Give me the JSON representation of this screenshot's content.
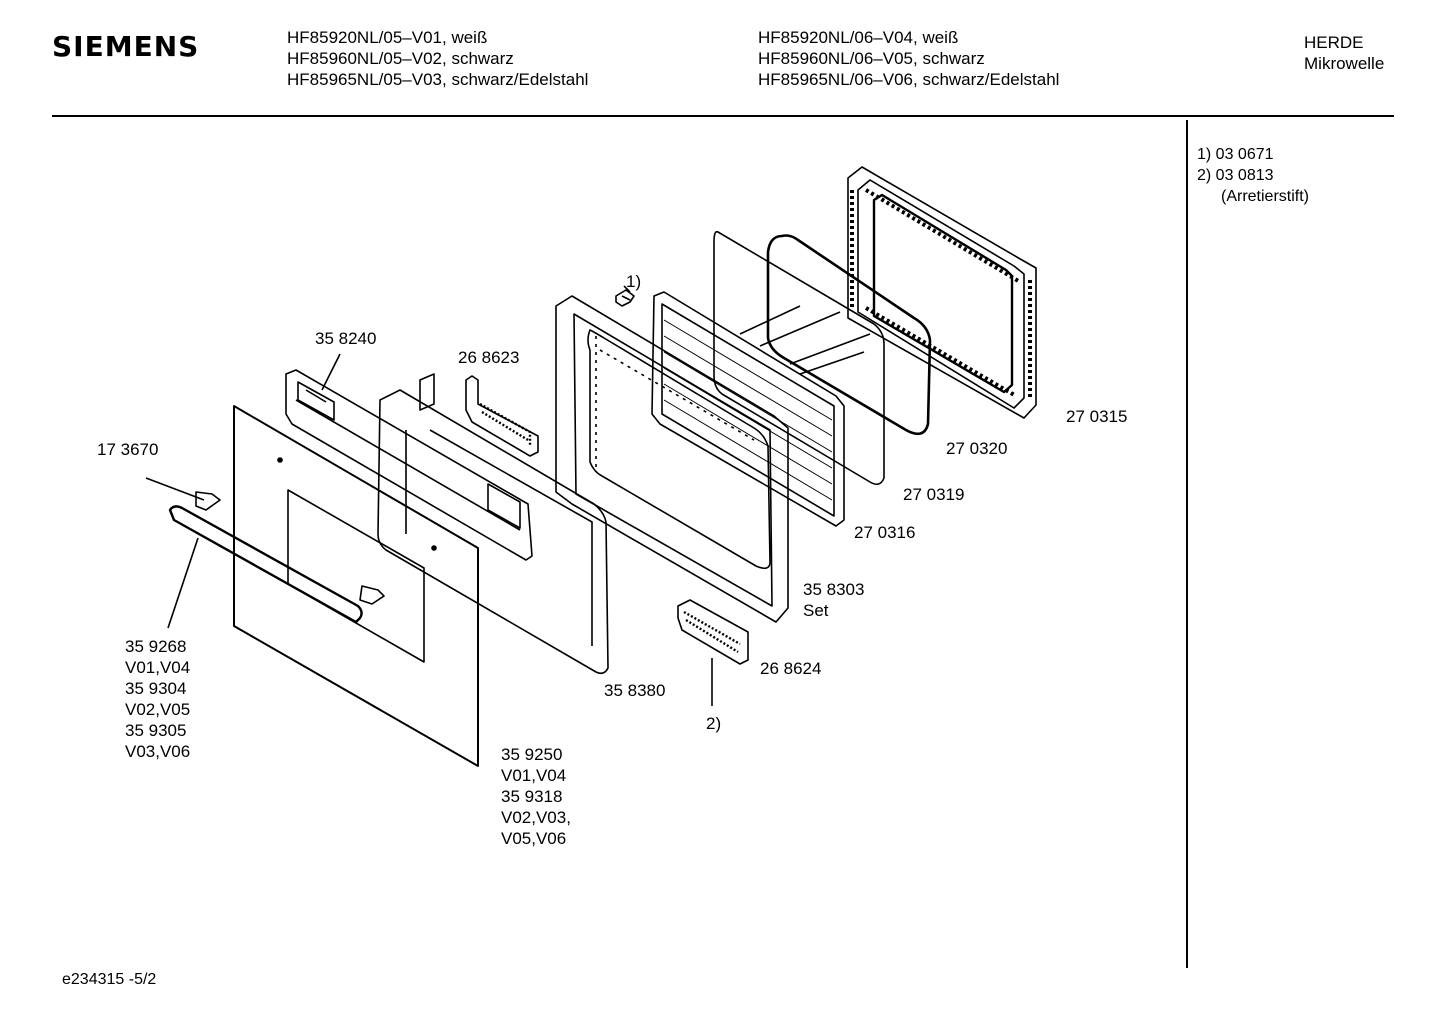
{
  "header": {
    "brand": "SIEMENS",
    "models_left": [
      "HF85920NL/05–V01, weiß",
      "HF85960NL/05–V02, schwarz",
      "HF85965NL/05–V03, schwarz/Edelstahl"
    ],
    "models_right": [
      "HF85920NL/06–V04, weiß",
      "HF85960NL/06–V05, schwarz",
      "HF85965NL/06–V06, schwarz/Edelstahl"
    ],
    "category": [
      "HERDE",
      "Mikrowelle"
    ]
  },
  "notes": {
    "line1": "1) 03 0671",
    "line2": "2) 03 0813",
    "line3": "(Arretierstift)"
  },
  "labels": {
    "p358240": "35 8240",
    "p268623": "26 8623",
    "mark1": "1)",
    "p173670": "17 3670",
    "p270315": "27 0315",
    "p270320": "27 0320",
    "p270319": "27 0319",
    "p270316": "27 0316",
    "p358303": "35 8303",
    "set": "Set",
    "p268624": "26 8624",
    "p358380": "35 8380",
    "mark2": "2)",
    "handle": [
      "35 9268",
      "V01,V04",
      "35 9304",
      "V02,V05",
      "35 9305",
      "V03,V06"
    ],
    "glass": [
      "35 9250",
      "V01,V04",
      "35 9318",
      "V02,V03,",
      "V05,V06"
    ]
  },
  "footer": "e234315 -5/2"
}
